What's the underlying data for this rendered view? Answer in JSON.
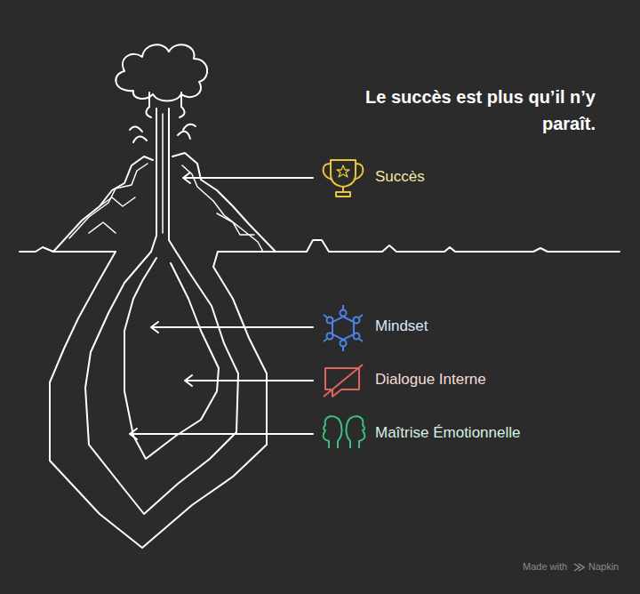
{
  "diagram": {
    "title": "Le succès est plus qu’il n’y paraît.",
    "labels": [
      "Succès",
      "Mindset",
      "Dialogue Interne",
      "Maîtrise Émotionnelle",
      "Made with",
      "Napkin"
    ]
  }
}
